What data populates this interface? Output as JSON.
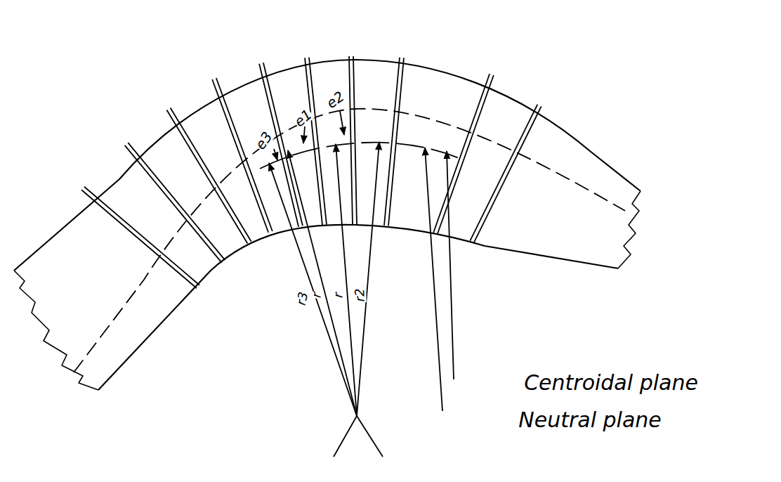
{
  "diagram": {
    "labels": [
      "e3",
      "e1",
      "e2",
      "r3",
      "r",
      "r",
      "r2",
      "Centroidal plane",
      "Neutral plane"
    ]
  }
}
